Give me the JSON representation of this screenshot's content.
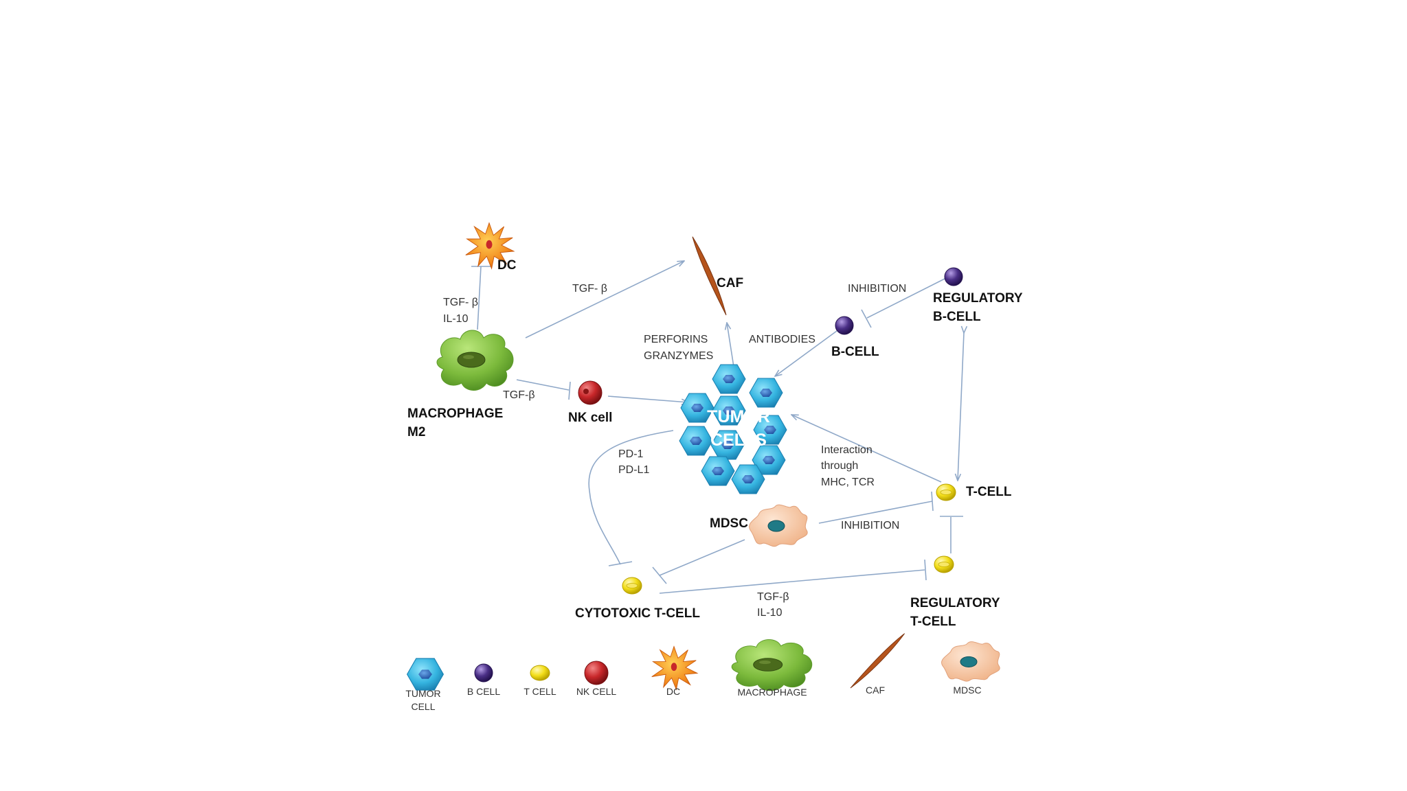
{
  "cells": {
    "dc": "DC",
    "caf": "CAF",
    "regulatory_b_cell": [
      "REGULATORY",
      "B-CELL"
    ],
    "b_cell": "B-CELL",
    "macrophage_m2": [
      "MACROPHAGE",
      "M2"
    ],
    "nk_cell": "NK cell",
    "tumor_cells": [
      "TUMOR",
      "CELLS"
    ],
    "t_cell": "T-CELL",
    "mdsc": "MDSC",
    "cytotoxic_t_cell": "CYTOTOXIC T-CELL",
    "regulatory_t_cell": [
      "REGULATORY",
      "T-CELL"
    ]
  },
  "interactions": {
    "dc_macrophage": [
      "TGF- β",
      "IL-10"
    ],
    "macrophage_caf": "TGF- β",
    "macrophage_nk": "TGF-β",
    "cytotoxic_tumor": [
      "PERFORINS",
      "GRANZYMES"
    ],
    "bcell_tumor": "ANTIBODIES",
    "regb_bcell": "INHIBITION",
    "tumor_cytotoxic": [
      "PD-1",
      "PD-L1"
    ],
    "tcell_tumor": [
      "Interaction",
      "through",
      "MHC, TCR"
    ],
    "mdsc_tcell": "INHIBITION",
    "treg_cytotoxic": [
      "TGF-β",
      "IL-10"
    ]
  },
  "legend": {
    "tumor_cell": [
      "TUMOR",
      "CELL"
    ],
    "b_cell": "B CELL",
    "t_cell": "T CELL",
    "nk_cell": "NK CELL",
    "dc": "DC",
    "macrophage": "MACROPHAGE",
    "caf": "CAF",
    "mdsc": "MDSC"
  },
  "colors": {
    "tumor": "#35b4e0",
    "b_cell": "#4a2f86",
    "t_cell": "#f3de1a",
    "nk_cell": "#c8272a",
    "dc": "#f28a1e",
    "macrophage": "#7cba3c",
    "caf": "#b5541c",
    "mdsc": "#f8c9a6",
    "edge": "#8fa8c8"
  }
}
